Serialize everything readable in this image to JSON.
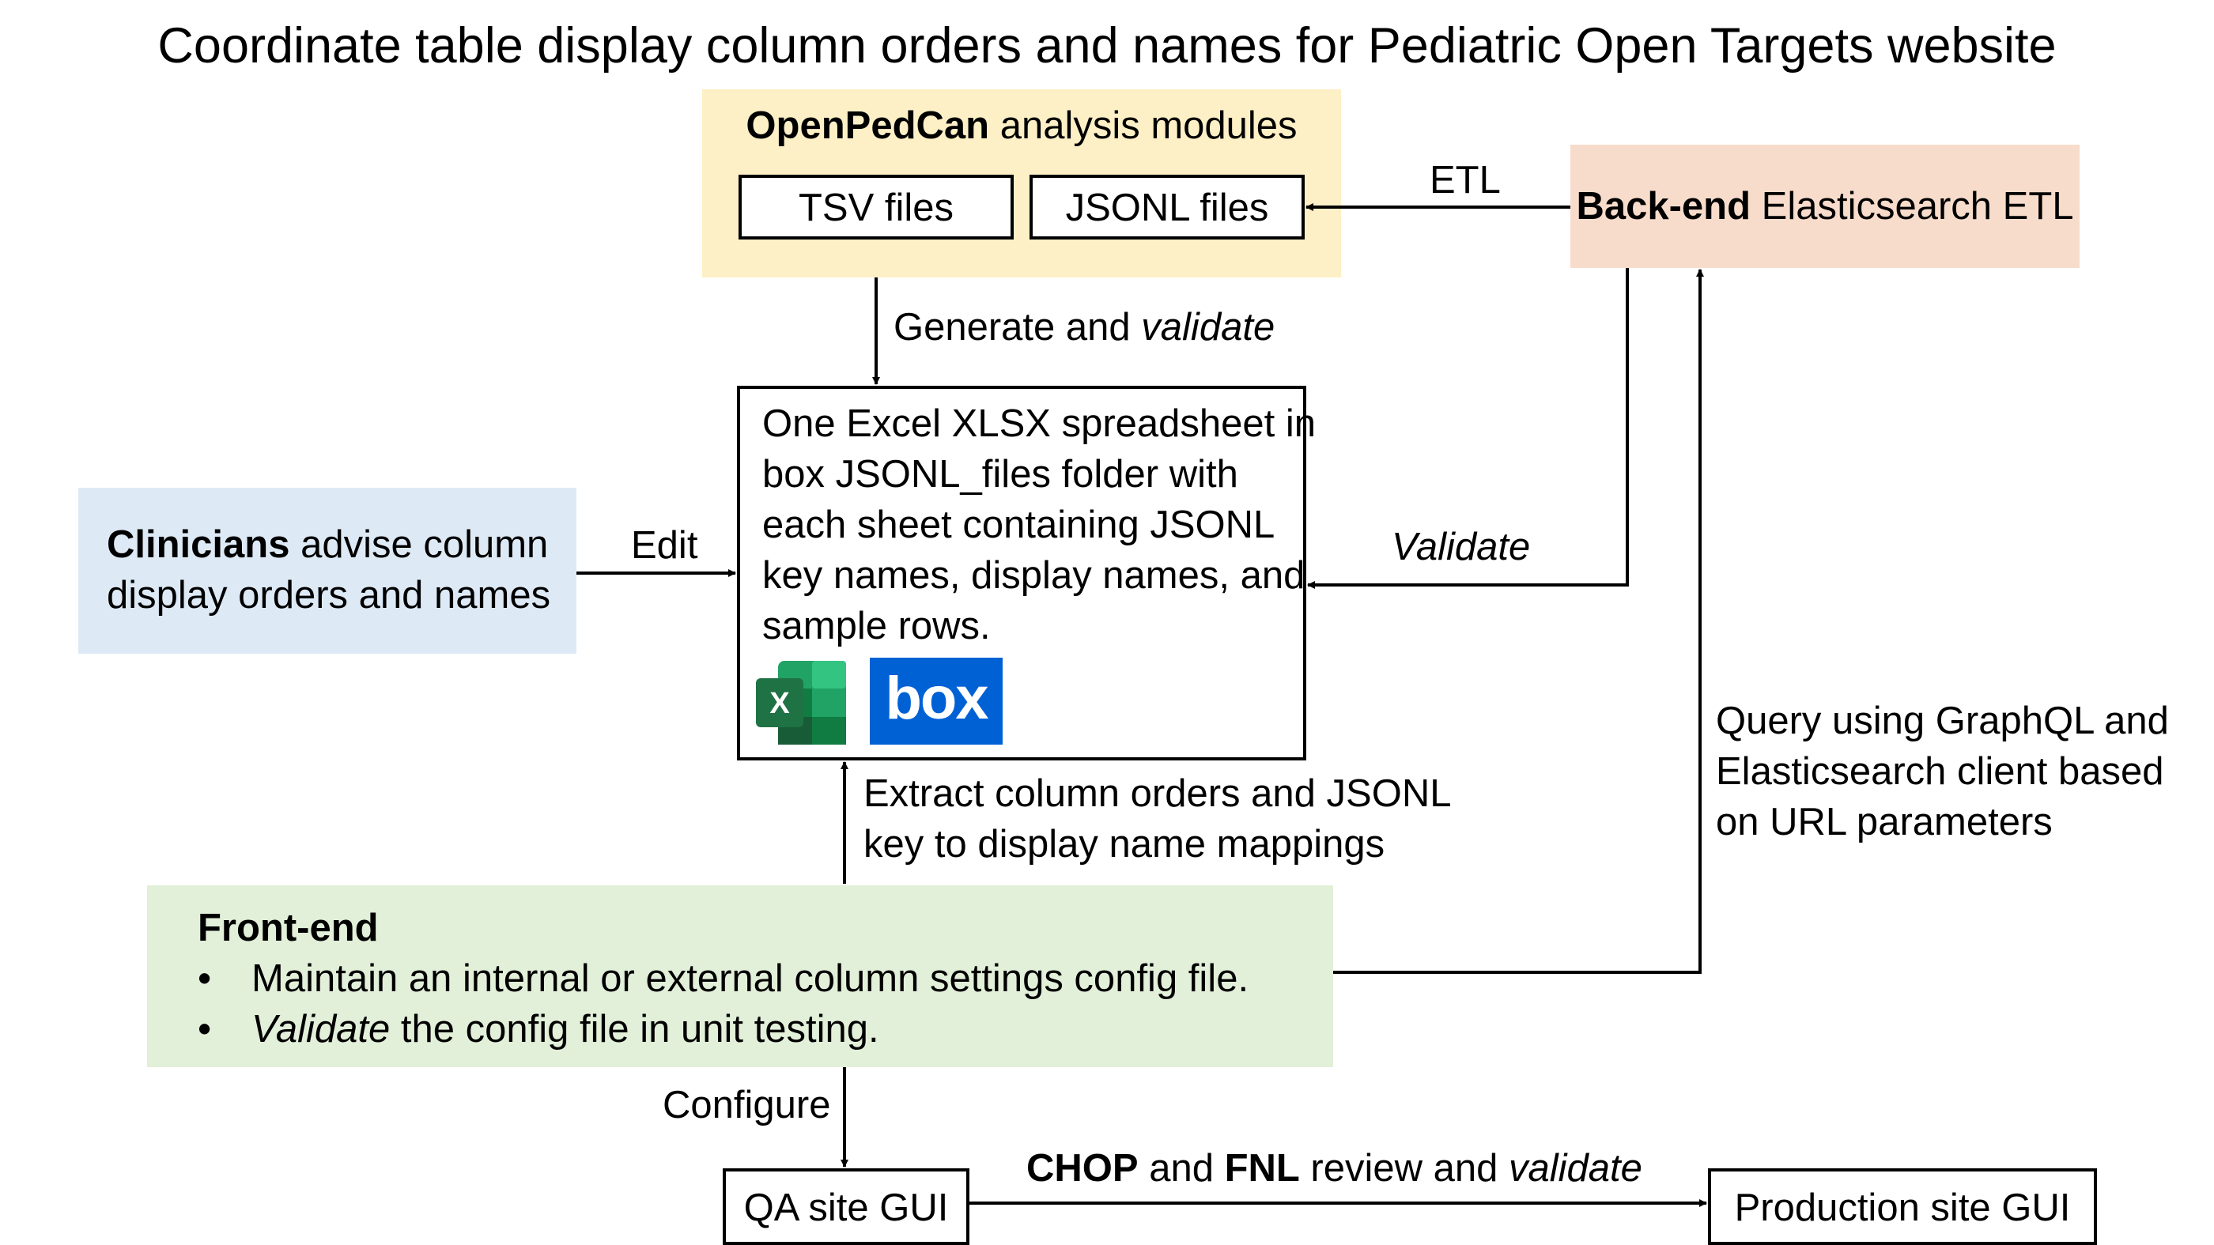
{
  "title": "Coordinate table display column orders and names for Pediatric Open Targets website",
  "openpedcan": {
    "title_bold": "OpenPedCan",
    "title_rest": " analysis modules",
    "tsv": "TSV files",
    "jsonl": "JSONL files"
  },
  "backend": {
    "bold": "Back-end",
    "rest": " Elasticsearch ETL"
  },
  "clinicians": {
    "bold": "Clinicians",
    "line1_rest": " advise column",
    "line2": "display orders and names"
  },
  "spreadsheet": {
    "lines": [
      "One Excel XLSX spreadsheet in",
      "box JSONL_files folder with",
      "each sheet containing JSONL",
      "key names, display names, and",
      "sample rows."
    ],
    "box_logo_text": "box",
    "excel_logo_text": "X"
  },
  "frontend": {
    "heading": "Front-end",
    "bullet1": "Maintain an internal or external column settings config file.",
    "bullet2_italic": "Validate",
    "bullet2_rest": " the config file in unit testing."
  },
  "qa": "QA site GUI",
  "production": "Production site GUI",
  "labels": {
    "etl": "ETL",
    "generate": "Generate and ",
    "generate_italic": "validate",
    "edit": "Edit",
    "validate": "Validate",
    "query_lines": [
      "Query using GraphQL and",
      "Elasticsearch client based",
      "on URL parameters"
    ],
    "extract_lines": [
      "Extract column orders and JSONL",
      "key to display name mappings"
    ],
    "configure": "Configure",
    "review_bold1": "CHOP",
    "review_mid": " and ",
    "review_bold2": "FNL",
    "review_rest": " review and ",
    "review_italic": "validate"
  },
  "colors": {
    "yellow": "#fdf0c6",
    "peach": "#f8dccb",
    "blue": "#ddeaf6",
    "green": "#e2efd9",
    "excel_green": "#1f7244",
    "box_blue": "#0061d5"
  }
}
